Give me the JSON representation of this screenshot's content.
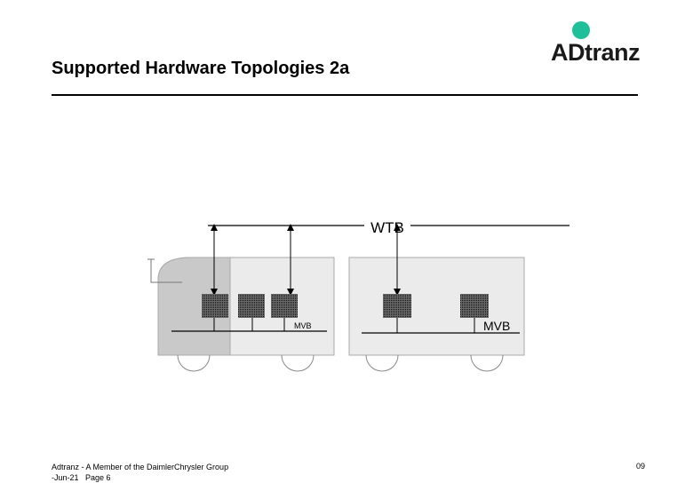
{
  "slide": {
    "title": "Supported Hardware Topologies 2a",
    "logo_text": "ADtranz",
    "logo_color": "#1fbf9a",
    "footer_line1": "Adtranz - A Member of the DaimlerChrysler Group",
    "footer_line2": "-Jun-21   Page 6",
    "page_number": "09"
  },
  "diagram": {
    "wtb_label": "WTB",
    "mvb_label_left": "MVB",
    "mvb_label_right": "MVB"
  }
}
